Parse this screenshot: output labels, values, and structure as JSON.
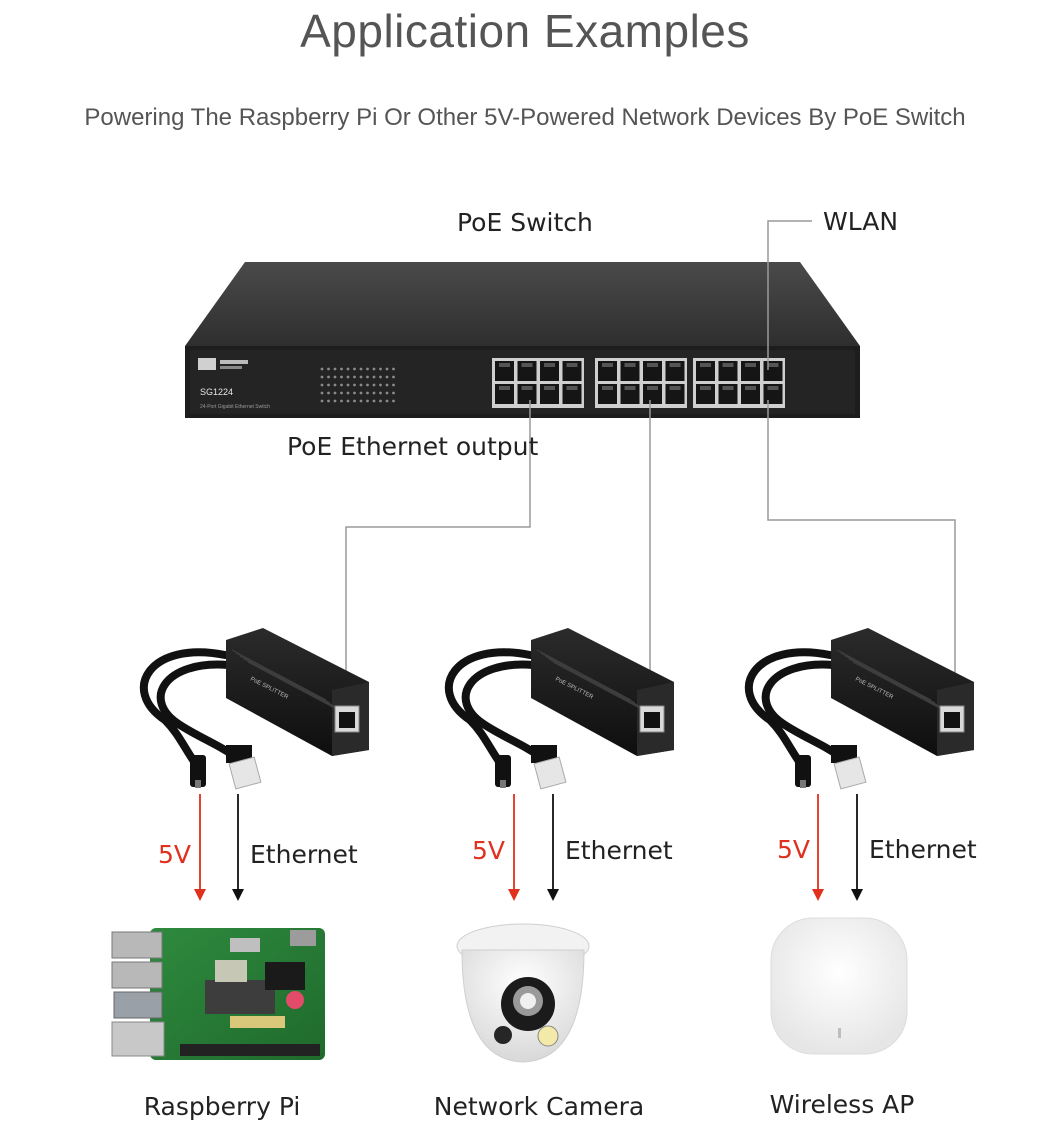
{
  "header": {
    "title": "Application Examples",
    "subtitle": "Powering The Raspberry Pi Or Other 5V-Powered Network Devices By PoE Switch"
  },
  "switch": {
    "label": "PoE Switch",
    "wlan_label": "WLAN",
    "output_label": "PoE Ethernet output",
    "model": "SG1224",
    "description": "24-Port Gigabit Ethernet Switch"
  },
  "splitter": {
    "label": "PoE SPLITTER"
  },
  "flows": {
    "power_label": "5V",
    "data_label": "Ethernet"
  },
  "devices": [
    {
      "name": "Raspberry Pi",
      "icon": "raspberry-pi-board-icon"
    },
    {
      "name": "Network Camera",
      "icon": "dome-camera-icon"
    },
    {
      "name": "Wireless AP",
      "icon": "wireless-ap-icon"
    }
  ],
  "colors": {
    "power": "#e0301e",
    "data": "#111111",
    "switch_body": "#3a3a3a",
    "connector_line": "#9a9a9a"
  }
}
